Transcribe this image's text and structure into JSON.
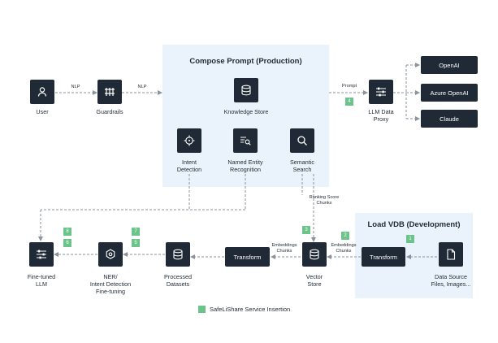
{
  "panels": {
    "compose_title": "Compose Prompt (Production)",
    "load_title": "Load VDB (Development)"
  },
  "nodes": {
    "user": "User",
    "guardrails": "Guardrails",
    "knowledge_store": "Knowledge Store",
    "intent_detection": "Intent\nDetection",
    "ner": "Named Entity\nRecognition",
    "semantic_search": "Semantic\nSearch",
    "llm_proxy": "LLM Data\nProxy",
    "openai": "OpenAI",
    "azure_openai": "Azure OpenAI",
    "claude": "Claude",
    "fine_tuned_llm": "Fine-tuned\nLLM",
    "ner_intent_ft": "NER/\nIntent Detection\nFine-tuning",
    "processed_datasets": "Processed\nDatasets",
    "transform_left": "Transform",
    "vector_store": "Vector\nStore",
    "transform_right": "Transform",
    "data_source": "Data Source\nFiles, Images..."
  },
  "edges": {
    "nlp_1": "NLP",
    "nlp_2": "NLP",
    "prompt": "Prompt",
    "ranking": "Ranking Score\nChunks",
    "emb_left": "Embeddings\nChunks",
    "emb_right": "Embeddings\nChunks"
  },
  "badges": {
    "b1": "1",
    "b2": "2",
    "b3": "3",
    "b4": "4",
    "b5": "5",
    "b6": "6",
    "b7": "7",
    "b8": "8"
  },
  "legend": {
    "label": "SafeLiShare Service Insertion"
  },
  "colors": {
    "node": "#1f2a36",
    "panel": "#eaf3fb",
    "badge": "#6cc48a",
    "line": "#8a939c"
  }
}
